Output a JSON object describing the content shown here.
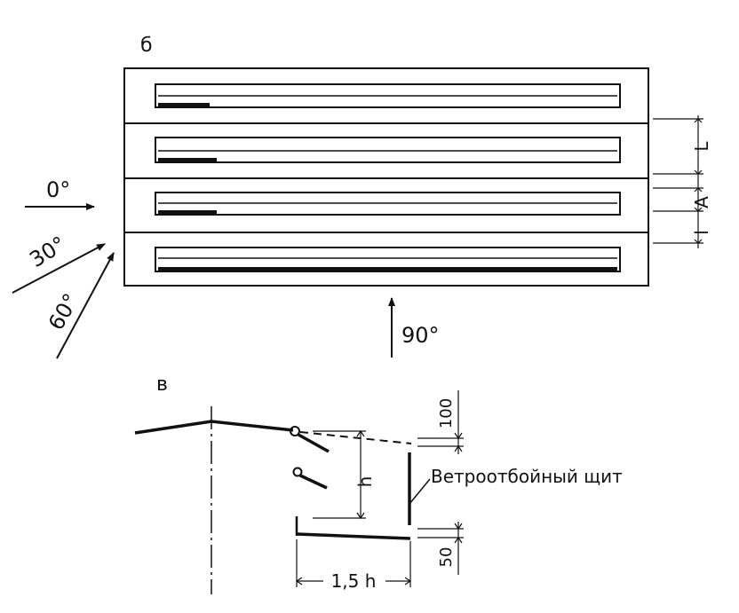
{
  "panel_b": {
    "label": "б",
    "angles": [
      "0°",
      "30°",
      "60°",
      "90°"
    ],
    "dim_L": "L",
    "dim_A": "A",
    "dim_l": "l"
  },
  "panel_v": {
    "label": "в",
    "dim_100": "100",
    "dim_h": "h",
    "dim_50": "50",
    "dim_15h": "1,5 h",
    "caption": "Ветроотбойный щит"
  },
  "colors": {
    "ink": "#111111",
    "paper": "#ffffff"
  }
}
